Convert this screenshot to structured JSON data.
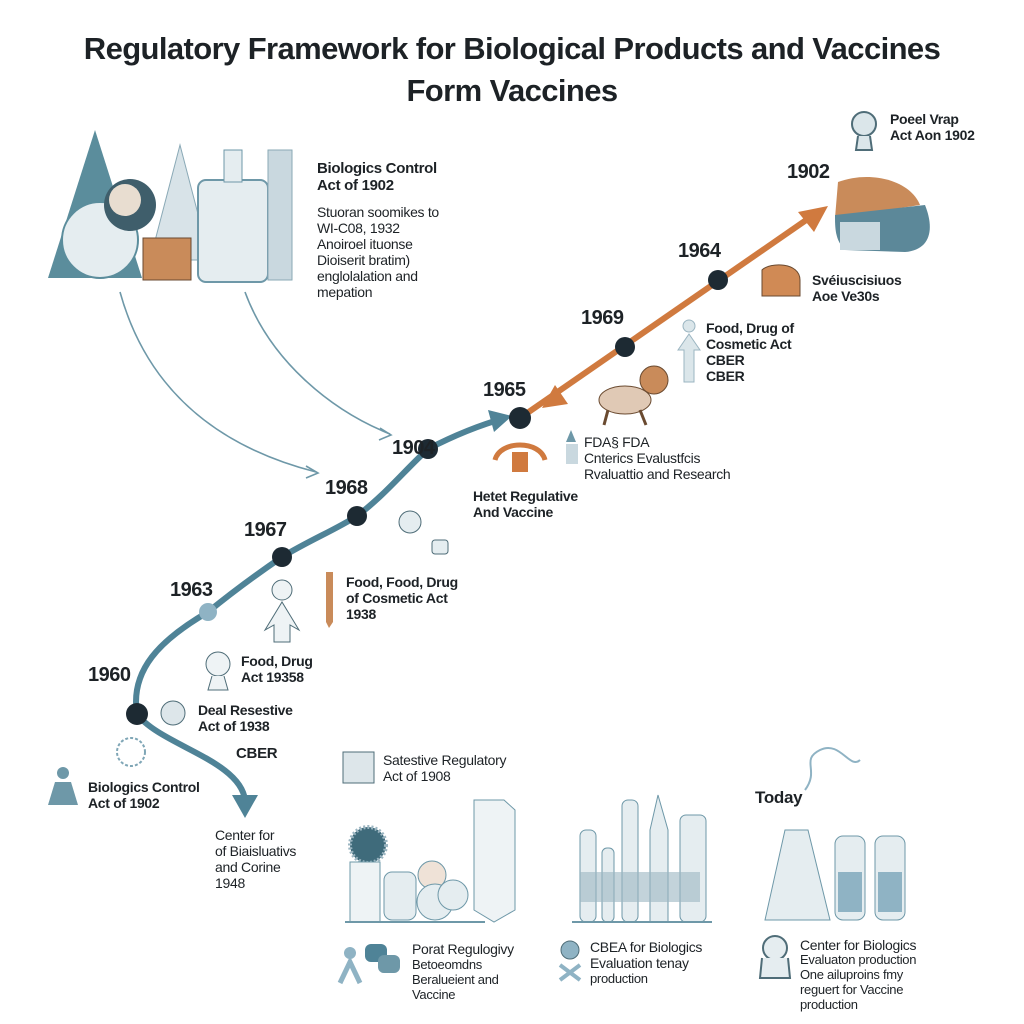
{
  "title": {
    "line1": "Regulatory Framework for Biological Products and Vaccines",
    "line2": "Form Vaccines"
  },
  "colors": {
    "blue": "#4f8397",
    "orange": "#d07a3f",
    "node": "#1d2a33",
    "light_blue": "#8fb3c4",
    "ink": "#1d2226"
  },
  "timeline": {
    "years": [
      "1960",
      "1963",
      "1967",
      "1968",
      "1904",
      "1965",
      "1969",
      "1964",
      "1902"
    ]
  },
  "top_left": {
    "heading": "Biologics Control\nAct of 1902",
    "body": "Stuoran soomikes to\nWI-C08, 1932\nAnoiroel ituonse\nDioiserit bratim)\nenglolalation and\nmepation"
  },
  "top_right": {
    "label": "Poeel Vrap\nAct Aon 1902"
  },
  "annotations": {
    "sveius": "Svéiuscisiuos\nAoe Ve30s",
    "food_cosmetic": "Food, Drug of\nCosmetic Act\nCBER\nCBER",
    "fda": "FDA§ FDA\nCnterics Evalustfcis\nRvaluattio and Research",
    "hetet": "Hetet Regulative\nAnd Vaccine",
    "food_food": "Food, Food, Drug\nof Cosmetic Act\n1938",
    "food_drug": "Food, Drug\nAct 19358",
    "deal": "Deal Resestive\nAct of 1938",
    "cber": "CBER",
    "biologics_bottom": "Biologics Control\nAct of 1902",
    "center_for": "Center for\nof Biaisluativs\nand Corine\n1948",
    "satestive": "Satestive Regulatory\nAct of 1908"
  },
  "bottom": {
    "today": "Today",
    "col1": {
      "heading": "Porat Regulogivy",
      "body": "Betoeomdns\nBeralueient and\nVaccine"
    },
    "col2": {
      "heading": "CBEA for Biologics\nEvaluation tenay",
      "body": "production"
    },
    "col3": {
      "heading": "Center for Biologics",
      "body": "Evaluaton production\nOne ailuproins fmy\nreguert for Vaccine\nproduction"
    }
  }
}
